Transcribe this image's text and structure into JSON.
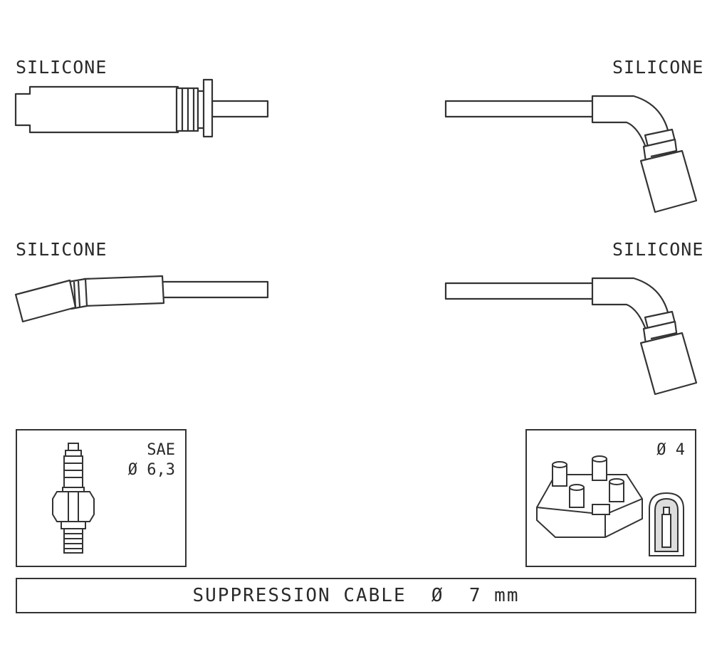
{
  "labels": {
    "top_left": "SILICONE",
    "top_right": "SILICONE",
    "mid_left": "SILICONE",
    "mid_right": "SILICONE"
  },
  "spark_plug_box": {
    "line1": "SAE",
    "line2": "Ø 6,3"
  },
  "coil_box": {
    "line1": "Ø 4"
  },
  "banner": {
    "text": "SUPPRESSION CABLE  Ø  7 mm"
  }
}
